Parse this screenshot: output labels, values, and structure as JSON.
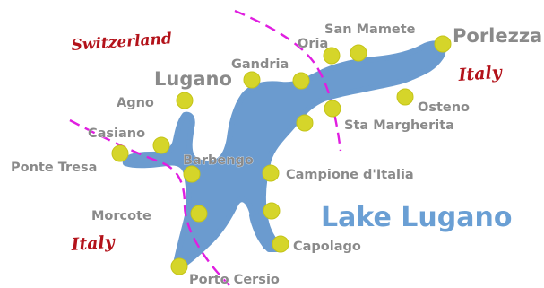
{
  "map": {
    "lake_label": "Lake Lugano",
    "countries": {
      "switzerland": "Switzerland",
      "italy_east": "Italy",
      "italy_west": "Italy"
    },
    "towns": {
      "san_mamete": "San Mamete",
      "porlezza": "Porlezza",
      "oria": "Oria",
      "gandria": "Gandria",
      "lugano": "Lugano",
      "osteno": "Osteno",
      "agno": "Agno",
      "sta_margherita": "Sta Margherita",
      "casiano": "Casiano",
      "ponte_tresa": "Ponte Tresa",
      "barbengo": "Barbengo",
      "campione": "Campione d'Italia",
      "morcote": "Morcote",
      "capolago": "Capolago",
      "porto_ceresio": "Porto Cersio"
    },
    "colors": {
      "water": "#6b9bcf",
      "town_dot": "#d5d52a",
      "border": "#e01ee0",
      "country_label": "#b3121a",
      "town_label": "#8a8a8a",
      "lake_label": "#6a9fd4"
    }
  }
}
